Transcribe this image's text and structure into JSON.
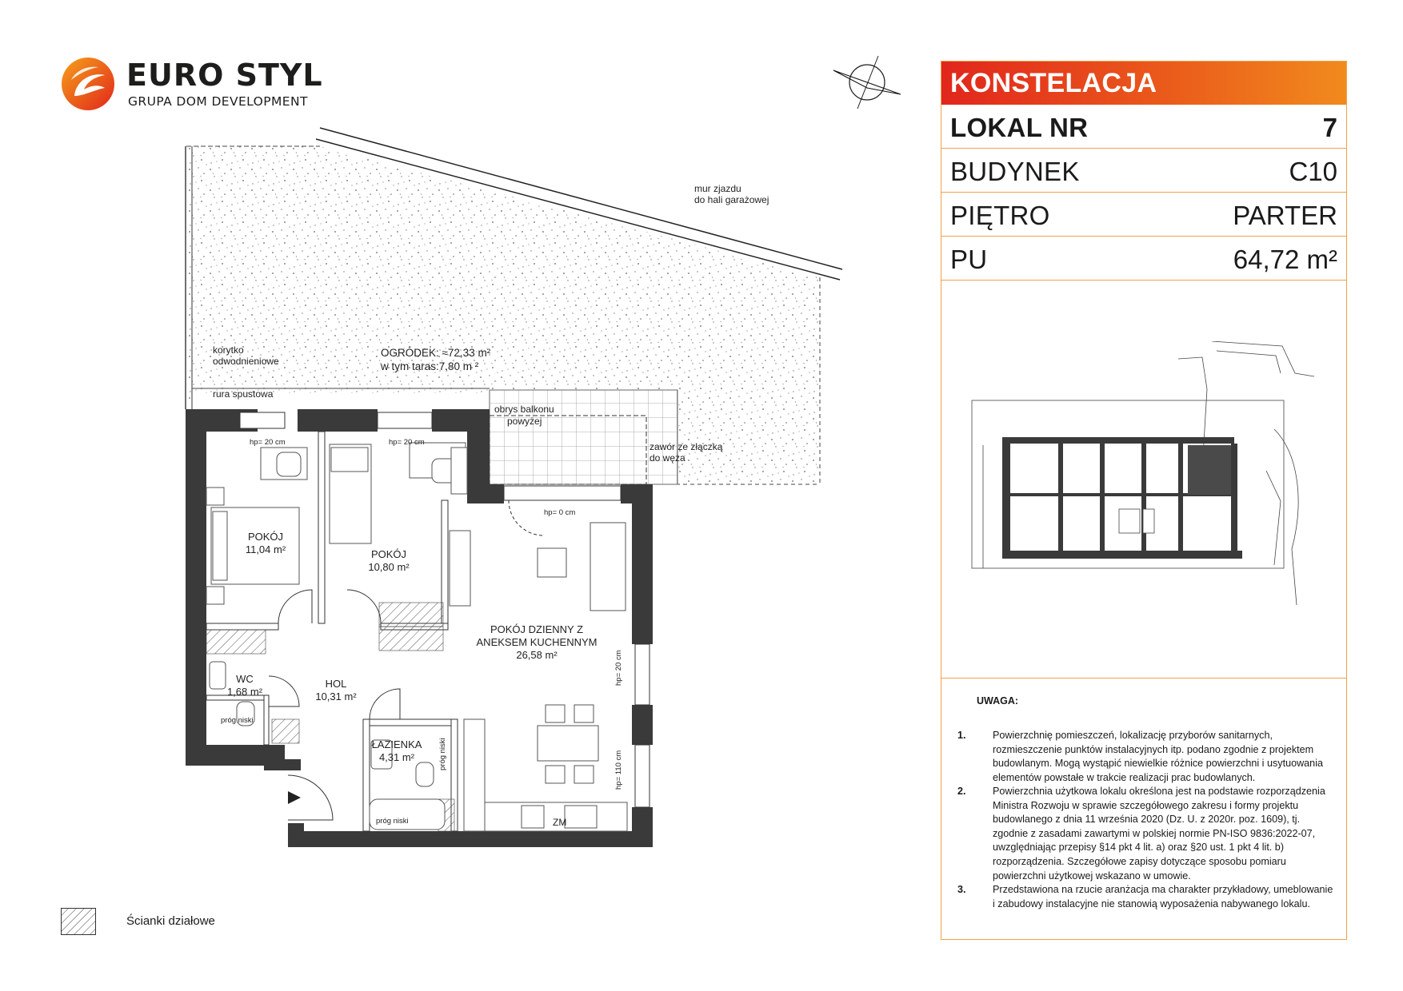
{
  "brand": {
    "name": "EURO STYL",
    "tagline": "GRUPA DOM DEVELOPMENT",
    "colors": {
      "red": "#e1261c",
      "orange": "#f18a1d",
      "dark": "#1d1d1b"
    }
  },
  "project": {
    "name": "KONSTELACJA"
  },
  "details": [
    {
      "key": "LOKAL NR",
      "value": "7"
    },
    {
      "key": "BUDYNEK",
      "value": "C10"
    },
    {
      "key": "PIĘTRO",
      "value": "PARTER"
    },
    {
      "key": "PU",
      "value": "64,72 m²"
    }
  ],
  "plan": {
    "garden": {
      "label": "OGRÓDEK: ≈72,33 m²",
      "sub": "w tym taras:7,80 m ²"
    },
    "rooms": [
      {
        "name": "POKÓJ",
        "area": "11,04 m²"
      },
      {
        "name": "POKÓJ",
        "area": "10,80 m²"
      },
      {
        "name": "POKÓJ DZIENNY Z",
        "name2": "ANEKSEM KUCHENNYM",
        "area": "26,58 m²"
      },
      {
        "name": "HOL",
        "area": "10,31 m²"
      },
      {
        "name": "WC",
        "area": "1,68 m²"
      },
      {
        "name": "ŁAZIENKA",
        "area": "4,31 m²"
      }
    ],
    "annotations": {
      "wall": [
        "mur zjazdu",
        "do hali garażowej"
      ],
      "gutter": [
        "korytko",
        "odwodnieniowe"
      ],
      "downpipe": "rura spustowa",
      "balcony": [
        "obrys balkonu",
        "powyżej"
      ],
      "valve": [
        "zawór ze złączką",
        "do węża"
      ],
      "hp20": "hp= 20 cm",
      "hp0": "hp= 0 cm",
      "hp110": "hp= 110 cm",
      "prog": "próg niski",
      "zm": "ZM"
    }
  },
  "notes": {
    "title": "UWAGA:",
    "items": [
      {
        "n": "1.",
        "text": "Powierzchnię pomieszczeń, lokalizację przyborów sanitarnych, rozmieszczenie punktów instalacyjnych itp. podano zgodnie z projektem budowlanym. Mogą wystąpić niewielkie różnice powierzchni i usytuowania elementów powstałe w trakcie realizacji prac budowlanych."
      },
      {
        "n": "2.",
        "text": "Powierzchnia użytkowa lokalu określona jest na podstawie rozporządzenia Ministra Rozwoju w sprawie szczegółowego zakresu i formy projektu budowlanego z dnia 11 września 2020 (Dz. U. z 2020r. poz. 1609), tj. zgodnie z zasadami zawartymi w polskiej normie PN-ISO 9836:2022-07, uwzględniając przepisy §14 pkt 4 lit. a) oraz §20 ust. 1 pkt 4 lit. b) rozporządzenia. Szczegółowe zapisy dotyczące sposobu pomiaru powierzchni użytkowej wskazano w umowie."
      },
      {
        "n": "3.",
        "text": "Przedstawiona na rzucie aranżacja ma charakter przykładowy, umeblowanie i zabudowy instalacyjne nie stanowią wyposażenia nabywanego lokalu."
      }
    ]
  },
  "legend": {
    "label": "Ścianki działowe"
  }
}
